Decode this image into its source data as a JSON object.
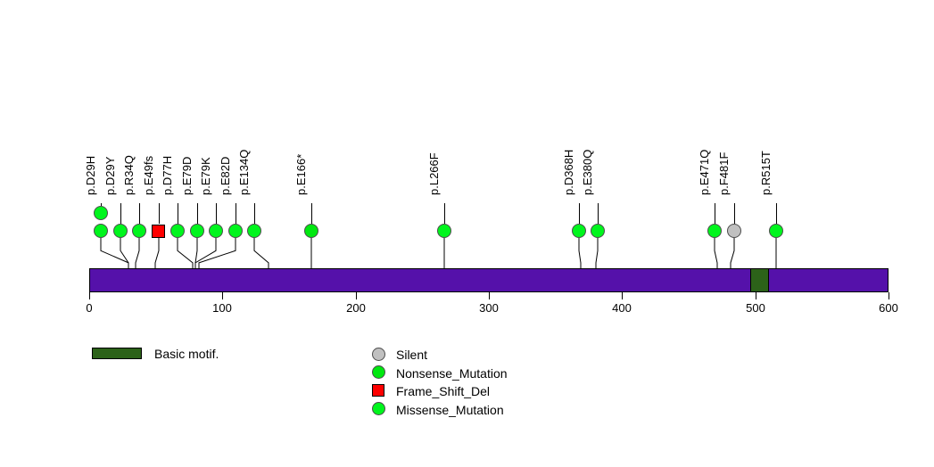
{
  "chart_data": {
    "type": "lollipop",
    "title": "",
    "xlabel": "",
    "ylabel": "",
    "xlim": [
      0,
      600
    ],
    "grid": false,
    "legend_position": "bottom",
    "protein": {
      "length": 600,
      "track_color": "#5511aa",
      "domains": [
        {
          "name": "Basic motif.",
          "start": 496,
          "end": 510,
          "color": "#2c6219"
        }
      ]
    },
    "axis": {
      "ticks": [
        0,
        100,
        200,
        300,
        400,
        500,
        600
      ],
      "tick_labels": [
        "0",
        "100",
        "200",
        "300",
        "400",
        "500",
        "600"
      ]
    },
    "mutation_types": [
      {
        "name": "Silent",
        "color": "#c0c0c0",
        "shape": "circle"
      },
      {
        "name": "Nonsense_Mutation",
        "color": "#00e810",
        "shape": "circle"
      },
      {
        "name": "Frame_Shift_Del",
        "color": "#fe0000",
        "shape": "square"
      },
      {
        "name": "Missense_Mutation",
        "color": "#00f51d",
        "shape": "circle"
      }
    ],
    "mutations": [
      {
        "label": "p.D29H",
        "position": 29,
        "count": 2,
        "type": "Missense_Mutation",
        "shape": "circle",
        "color": "#00f51d",
        "stack": [
          "#00f51d",
          "#00f51d"
        ]
      },
      {
        "label": "p.D29Y",
        "position": 29,
        "count": 1,
        "type": "Missense_Mutation",
        "shape": "circle",
        "color": "#00f51d",
        "stack": [
          "#00f51d"
        ]
      },
      {
        "label": "p.R34Q",
        "position": 34,
        "count": 1,
        "type": "Missense_Mutation",
        "shape": "circle",
        "color": "#00f51d",
        "stack": [
          "#00f51d"
        ]
      },
      {
        "label": "p.E49fs",
        "position": 49,
        "count": 1,
        "type": "Frame_Shift_Del",
        "shape": "square",
        "color": "#fe0000",
        "stack": [
          "#fe0000"
        ]
      },
      {
        "label": "p.D77H",
        "position": 77,
        "count": 1,
        "type": "Missense_Mutation",
        "shape": "circle",
        "color": "#00f51d",
        "stack": [
          "#00f51d"
        ]
      },
      {
        "label": "p.E79D",
        "position": 79,
        "count": 1,
        "type": "Missense_Mutation",
        "shape": "circle",
        "color": "#00f51d",
        "stack": [
          "#00f51d"
        ]
      },
      {
        "label": "p.E79K",
        "position": 79,
        "count": 1,
        "type": "Missense_Mutation",
        "shape": "circle",
        "color": "#00f51d",
        "stack": [
          "#00f51d"
        ]
      },
      {
        "label": "p.E82D",
        "position": 82,
        "count": 1,
        "type": "Missense_Mutation",
        "shape": "circle",
        "color": "#00f51d",
        "stack": [
          "#00f51d"
        ]
      },
      {
        "label": "p.E134Q",
        "position": 134,
        "count": 1,
        "type": "Missense_Mutation",
        "shape": "circle",
        "color": "#00f51d",
        "stack": [
          "#00f51d"
        ]
      },
      {
        "label": "p.E166*",
        "position": 166,
        "count": 1,
        "type": "Nonsense_Mutation",
        "shape": "circle",
        "color": "#00e810",
        "stack": [
          "#00e810"
        ]
      },
      {
        "label": "p.L266F",
        "position": 266,
        "count": 1,
        "type": "Missense_Mutation",
        "shape": "circle",
        "color": "#00f51d",
        "stack": [
          "#00f51d"
        ]
      },
      {
        "label": "p.D368H",
        "position": 368,
        "count": 1,
        "type": "Missense_Mutation",
        "shape": "circle",
        "color": "#00f51d",
        "stack": [
          "#00f51d"
        ]
      },
      {
        "label": "p.E380Q",
        "position": 380,
        "count": 1,
        "type": "Missense_Mutation",
        "shape": "circle",
        "color": "#00f51d",
        "stack": [
          "#00f51d"
        ]
      },
      {
        "label": "p.E471Q",
        "position": 471,
        "count": 1,
        "type": "Missense_Mutation",
        "shape": "circle",
        "color": "#00f51d",
        "stack": [
          "#00f51d"
        ]
      },
      {
        "label": "p.F481F",
        "position": 481,
        "count": 1,
        "type": "Silent",
        "shape": "circle",
        "color": "#c0c0c0",
        "stack": [
          "#c0c0c0"
        ]
      },
      {
        "label": "p.R515T",
        "position": 515,
        "count": 1,
        "type": "Missense_Mutation",
        "shape": "circle",
        "color": "#00f51d",
        "stack": [
          "#00f51d"
        ]
      }
    ]
  },
  "legend": {
    "domain_entry": {
      "label": "Basic motif.",
      "color": "#2c6219"
    },
    "type_entries": [
      {
        "label": "Silent",
        "color": "#c0c0c0",
        "shape": "circle"
      },
      {
        "label": "Nonsense_Mutation",
        "color": "#00e810",
        "shape": "circle"
      },
      {
        "label": "Frame_Shift_Del",
        "color": "#fe0000",
        "shape": "square"
      },
      {
        "label": "Missense_Mutation",
        "color": "#00f51d",
        "shape": "circle"
      }
    ]
  }
}
